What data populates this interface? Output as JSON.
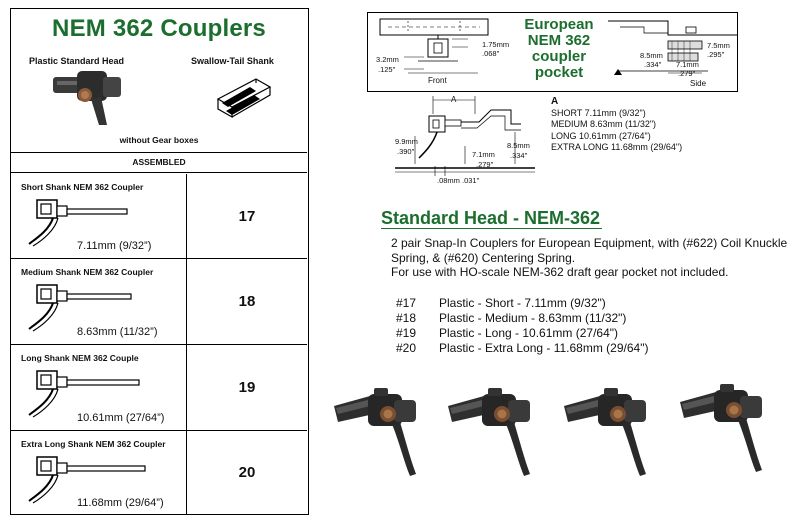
{
  "left": {
    "title": "NEM 362 Couplers",
    "plastic_head_label": "Plastic Standard Head",
    "swallow_tail_label": "Swallow-Tail Shank",
    "without_gear": "without Gear boxes",
    "assembled": "ASSEMBLED",
    "rows": [
      {
        "name": "Short Shank NEM 362 Coupler",
        "measure": "7.11mm (9/32”)",
        "number": "17"
      },
      {
        "name": "Medium Shank NEM 362 Coupler",
        "measure": "8.63mm (11/32”)",
        "number": "18"
      },
      {
        "name": "Long Shank NEM 362 Couple",
        "measure": "10.61mm (27/64”)",
        "number": "19"
      },
      {
        "name": "Extra Long Shank NEM 362 Coupler",
        "measure": "11.68mm (29/64”)",
        "number": "20"
      }
    ]
  },
  "pocket": {
    "title_lines": [
      "European",
      "NEM 362",
      "coupler",
      "pocket"
    ],
    "front_label": "Front",
    "side_label": "Side",
    "dims": {
      "d1": "1.75mm",
      "d2": ".068\"",
      "d3": "3.2mm",
      "d4": ".125\"",
      "d5": "7.5mm",
      "d6": ".295\"",
      "d7": "8.5mm",
      "d8": ".334\"",
      "d9": "7.1mm",
      "d10": ".279\""
    }
  },
  "mid_diagram": {
    "a_label": "A",
    "d1": "9.9mm",
    "d2": ".390\"",
    "d3": "7.1mm",
    "d4": ".279\"",
    "d5": "8.5mm",
    "d6": ".334\"",
    "d7": ".08mm .031\""
  },
  "legend": {
    "title": "A",
    "items": [
      "SHORT 7.11mm (9/32\")",
      "MEDIUM 8.63mm (11/32\")",
      "LONG 10.61mm (27/64\")",
      "EXTRA LONG 11.68mm (29/64\")"
    ]
  },
  "standard": {
    "heading": "Standard Head - NEM-362",
    "desc_1": "2 pair Snap-In Couplers for European Equipment, with (#622) Coil Knuckle Spring, & (#620) Centering Spring.",
    "desc_2": "For use with HO-scale NEM-362 draft gear pocket not included.",
    "items": [
      {
        "num": "#17",
        "text": "Plastic - Short - 7.11mm (9/32\")"
      },
      {
        "num": "#18",
        "text": "Plastic - Medium - 8.63mm (11/32\")"
      },
      {
        "num": "#19",
        "text": "Plastic - Long - 10.61mm (27/64\")"
      },
      {
        "num": "#20",
        "text": "Plastic - Extra Long - 11.68mm (29/64\")"
      }
    ]
  },
  "colors": {
    "green": "#1b6e2d"
  }
}
